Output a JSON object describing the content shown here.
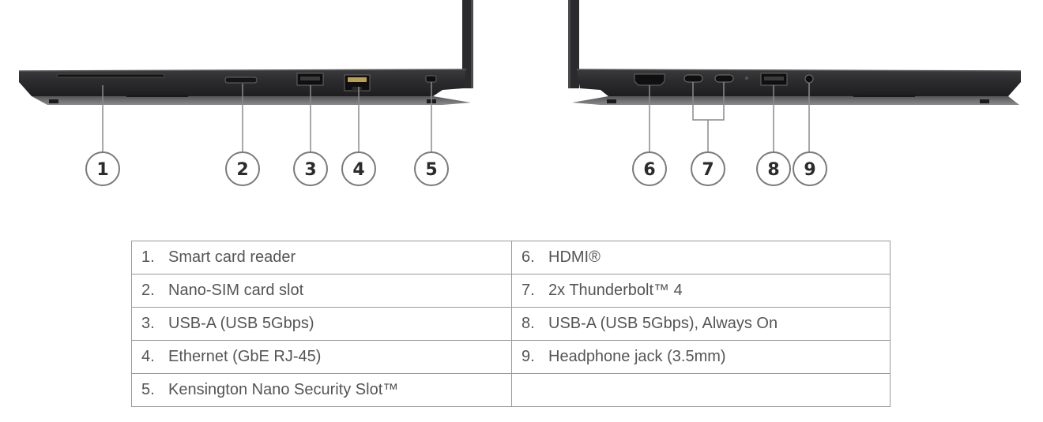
{
  "callouts": [
    "1",
    "2",
    "3",
    "4",
    "5",
    "6",
    "7",
    "8",
    "9"
  ],
  "ports": [
    {
      "num": "1.",
      "label": "Smart card reader"
    },
    {
      "num": "2.",
      "label": "Nano-SIM card slot"
    },
    {
      "num": "3.",
      "label": "USB-A (USB 5Gbps)"
    },
    {
      "num": "4.",
      "label": "Ethernet (GbE RJ-45)"
    },
    {
      "num": "5.",
      "label": "Kensington Nano Security Slot™"
    },
    {
      "num": "6.",
      "label": "HDMI®"
    },
    {
      "num": "7.",
      "label": "2x Thunderbolt™ 4"
    },
    {
      "num": "8.",
      "label": "USB-A (USB 5Gbps), Always On"
    },
    {
      "num": "9.",
      "label": "Headphone jack (3.5mm)"
    }
  ],
  "colors": {
    "chassis": "#2e2e30",
    "chassis_edge": "#4a4a4c",
    "callout_stroke": "#7a7a7a",
    "table_border": "#9a9a9a"
  }
}
